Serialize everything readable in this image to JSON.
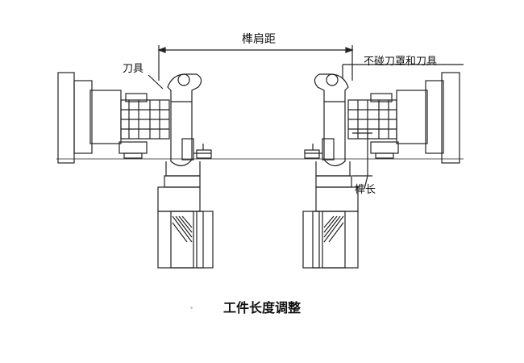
{
  "diagram": {
    "labels": {
      "tenon_shoulder_distance": "榫肩距",
      "tool": "刀具",
      "no_touch": "不碰刀罩和刀具",
      "tenon_length": "榫长"
    },
    "caption": "工件长度调整"
  }
}
